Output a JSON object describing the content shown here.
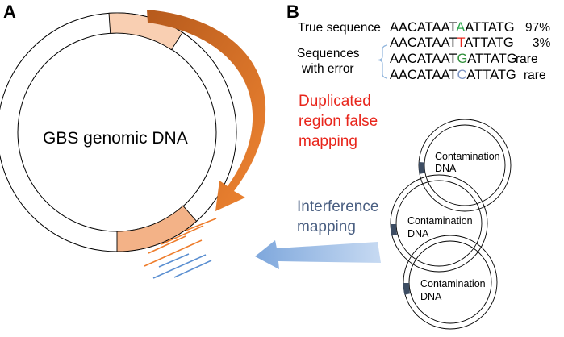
{
  "panels": {
    "a": "A",
    "b": "B"
  },
  "genome": {
    "label": "GBS genomic  DNA"
  },
  "sequences": {
    "true_label": "True sequence",
    "error_label_line1": "Sequences",
    "error_label_line2": "with error",
    "rows": [
      {
        "prefix": "AACATAAT",
        "base": "A",
        "suffix": "ATTATG",
        "freq": "97%"
      },
      {
        "prefix": "AACATAAT",
        "base": "T",
        "suffix": "ATTATG",
        "freq": "3%"
      },
      {
        "prefix": "AACATAAT",
        "base": "G",
        "suffix": "ATTATG",
        "freq": "rare"
      },
      {
        "prefix": "AACATAAT",
        "base": "C",
        "suffix": "ATTATG",
        "freq": "rare"
      }
    ]
  },
  "labels": {
    "duplicated": [
      "Duplicated",
      "region false",
      "mapping"
    ],
    "interference": [
      "Interference",
      "mapping"
    ]
  },
  "contamination": {
    "plasmids": [
      {
        "line1": "Contamination",
        "line2": "DNA"
      },
      {
        "line1": "Contamination",
        "line2": "DNA"
      },
      {
        "line1": "Contamination",
        "line2": "DNA"
      }
    ]
  },
  "colors": {
    "red": "#e8251b",
    "slate_blue": "#4a5f82",
    "base_a": "#2fa84f",
    "base_t": "#e8251b",
    "base_g": "#2f8f3a",
    "base_c": "#7f96c4",
    "segment_light": "#f9cfb2",
    "segment_mid": "#f3b287",
    "arrow_orange": "#e07b29",
    "arrow_blue": "#8ab0e0",
    "read_orange": "#ee7d2c",
    "read_blue": "#5b8fd1",
    "insert_dark": "#3d4d63",
    "bracket": "#8fb4dc"
  }
}
